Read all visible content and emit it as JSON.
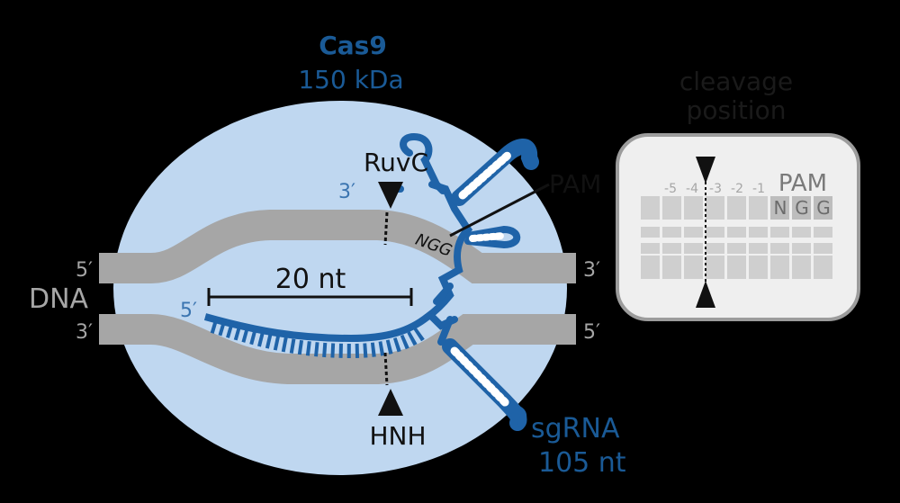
{
  "cas9": {
    "name": "Cas9",
    "mass": "150 kDa"
  },
  "sgrna": {
    "name": "sgRNA",
    "length": "105 nt"
  },
  "dna": {
    "label": "DNA",
    "top_left_end": "5′",
    "top_right_end": "3′",
    "bottom_left_end": "3′",
    "bottom_right_end": "5′"
  },
  "guide": {
    "five_prime": "5′",
    "three_prime": "3′",
    "span_label": "20 nt"
  },
  "domains": {
    "ruvc": "RuvC",
    "hnh": "HNH"
  },
  "pam_label": "PAM",
  "pam_seq": "NGG",
  "inset": {
    "title_line1": "cleavage",
    "title_line2": "position",
    "pam_label": "PAM",
    "pam_bases": [
      "N",
      "G",
      "G"
    ],
    "positions": [
      "-5",
      "-4",
      "-3",
      "-2",
      "-1"
    ]
  },
  "colors": {
    "cas9_body": "#bfd7f0",
    "sgrna": "#1f63a8",
    "dna": "#a6a6a6",
    "background": "#000000",
    "inset_bg": "#efefef"
  }
}
